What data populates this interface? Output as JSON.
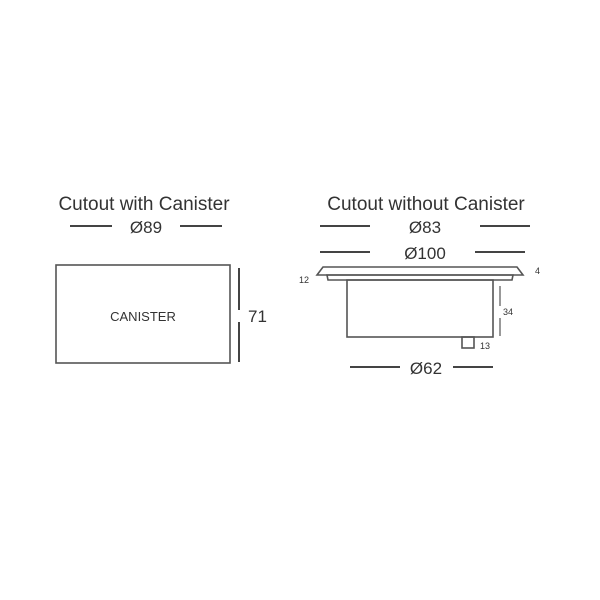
{
  "left": {
    "title": "Cutout with Canister",
    "diameter": "Ø89",
    "box_label": "CANISTER",
    "height": "71"
  },
  "right": {
    "title": "Cutout without Canister",
    "cutout_diameter": "Ø83",
    "flange_diameter": "Ø100",
    "flange_side": "12",
    "flange_thickness": "4",
    "body_height": "34",
    "tab_height": "13",
    "body_diameter": "Ø62"
  }
}
